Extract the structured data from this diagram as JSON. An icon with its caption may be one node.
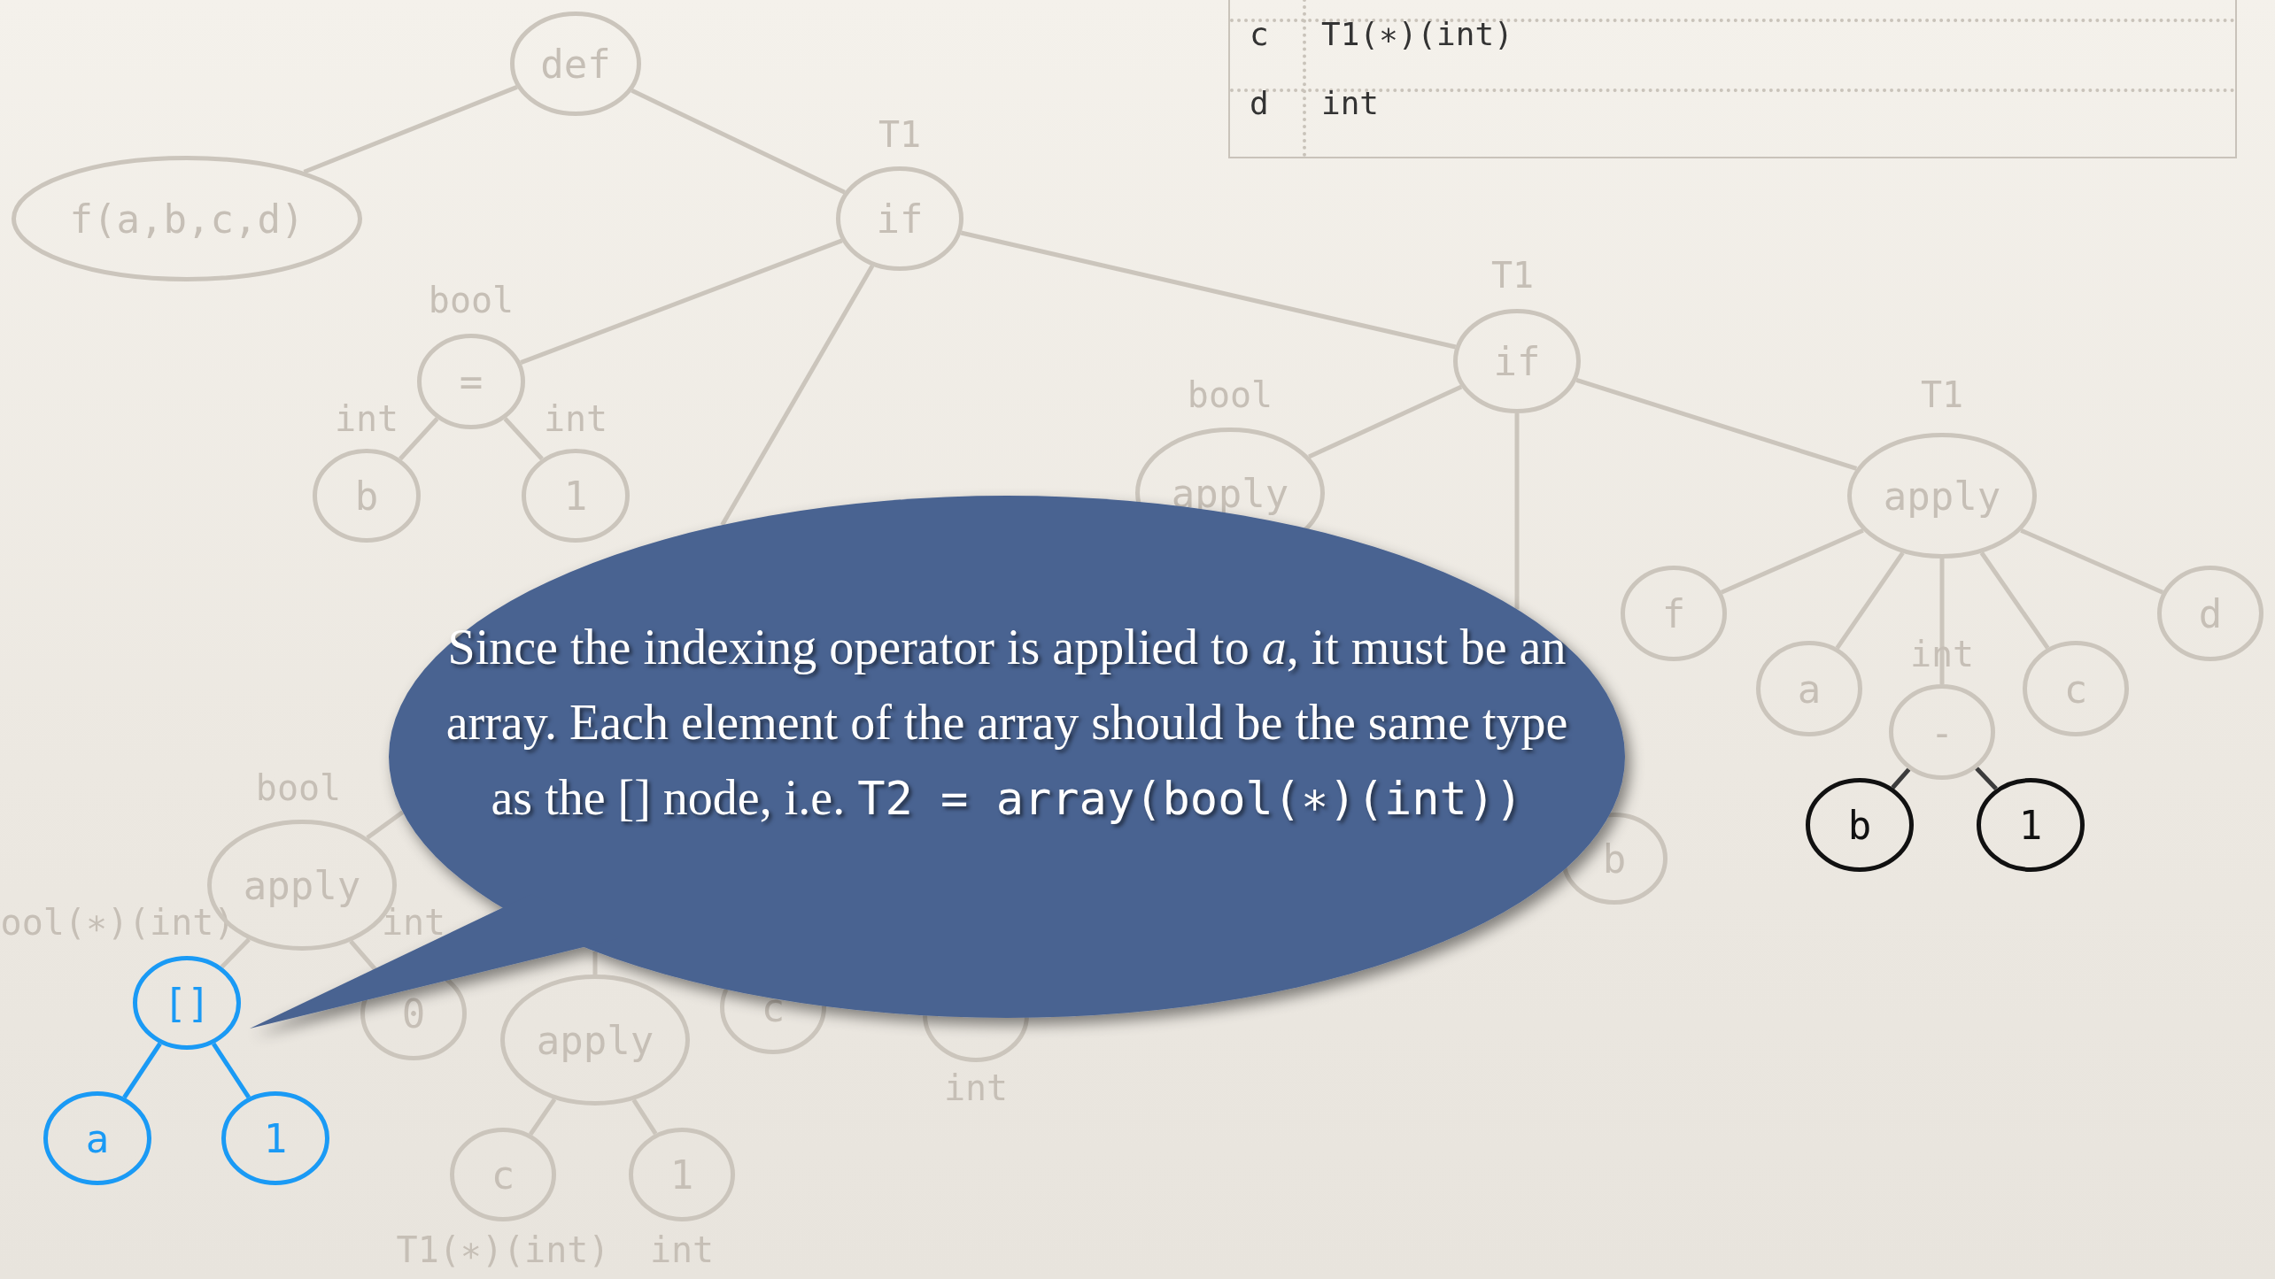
{
  "diagram": {
    "nodes": [
      {
        "text": [
          "def"
        ]
      },
      {
        "text": [
          "f(a,b,c,d)"
        ]
      },
      {
        "text": [
          "if"
        ],
        "beside": [
          "T1"
        ]
      },
      {
        "text": [
          "="
        ],
        "beside": [
          "bool"
        ]
      },
      {
        "text": [
          "b"
        ],
        "beside": [
          "int"
        ]
      },
      {
        "text": [
          "1"
        ],
        "beside": [
          "int"
        ]
      },
      {
        "text": [
          "if"
        ],
        "beside": [
          "T1"
        ]
      },
      {
        "text": [
          "apply"
        ],
        "beside": [
          "bool"
        ]
      },
      {
        "text": [
          "apply"
        ],
        "beside": [
          "T1"
        ]
      },
      {
        "text": [
          "f"
        ]
      },
      {
        "text": [
          "a"
        ]
      },
      {
        "text": [
          "c"
        ]
      },
      {
        "text": [
          "d"
        ]
      },
      {
        "text": [
          "-"
        ],
        "beside": [
          "int"
        ]
      },
      {
        "text": [
          "b"
        ]
      },
      {
        "text": [
          "1"
        ]
      },
      {
        "text": [
          "Since the indexing operator is applied to *a*, it must be an array. Each element of the array should be the same type as the [] node, i.e.",
          "T2 = array(bool(∗)(int))"
        ]
      },
      {
        "text": [
          "apply"
        ],
        "beside": [
          "bool"
        ]
      },
      {
        "text": [
          "[]"
        ],
        "beside": [
          "ool(∗)(int)"
        ]
      },
      {
        "text": [
          "0"
        ]
      },
      {
        "text": [
          "c"
        ]
      },
      {
        "text": [],
        "shape": "circle",
        "beside": [
          "int"
        ]
      },
      {
        "text": [
          "b"
        ]
      },
      {
        "text": [
          "apply"
        ]
      },
      {
        "text": [
          "a"
        ]
      },
      {
        "text": [
          "1"
        ]
      },
      {
        "text": [
          "c"
        ],
        "beside": [
          "T1(∗)(int)"
        ]
      },
      {
        "text": [
          "1"
        ],
        "beside": [
          "int"
        ]
      }
    ],
    "edges": [
      {
        "from": 0,
        "to": 1,
        "arrow": "none"
      },
      {
        "from": 0,
        "to": 2,
        "arrow": "none"
      },
      {
        "from": 2,
        "to": 3,
        "arrow": "none"
      },
      {
        "from": 2,
        "to": 16,
        "arrow": "none"
      },
      {
        "from": 2,
        "to": 6,
        "arrow": "none"
      },
      {
        "from": 3,
        "to": 4,
        "arrow": "none"
      },
      {
        "from": 3,
        "to": 5,
        "arrow": "none"
      },
      {
        "from": 6,
        "to": 7,
        "arrow": "none"
      },
      {
        "from": 6,
        "to": 16,
        "arrow": "none"
      },
      {
        "from": 6,
        "to": 8,
        "arrow": "none"
      },
      {
        "from": 8,
        "to": 9,
        "arrow": "none"
      },
      {
        "from": 8,
        "to": 10,
        "arrow": "none"
      },
      {
        "from": 8,
        "to": 13,
        "arrow": "none"
      },
      {
        "from": 8,
        "to": 11,
        "arrow": "none"
      },
      {
        "from": 8,
        "to": 12,
        "arrow": "none"
      },
      {
        "from": 13,
        "to": 14,
        "arrow": "none",
        "color": "#3c3c3c"
      },
      {
        "from": 13,
        "to": 15,
        "arrow": "none",
        "color": "#3c3c3c"
      },
      {
        "from": 16,
        "to": 17,
        "arrow": "none"
      },
      {
        "from": 17,
        "to": 18,
        "arrow": "none"
      },
      {
        "from": 17,
        "to": 19,
        "arrow": "none"
      },
      {
        "from": 18,
        "to": 24,
        "arrow": "none",
        "color": "#1a9af5"
      },
      {
        "from": 18,
        "to": 25,
        "arrow": "none",
        "color": "#1a9af5"
      },
      {
        "from": 16,
        "to": 23,
        "arrow": "none"
      },
      {
        "from": 23,
        "to": 26,
        "arrow": "none"
      },
      {
        "from": 23,
        "to": 27,
        "arrow": "none"
      }
    ],
    "labels": [
      "c",
      "T1(∗)(int)",
      "d",
      "int",
      "int"
    ]
  }
}
